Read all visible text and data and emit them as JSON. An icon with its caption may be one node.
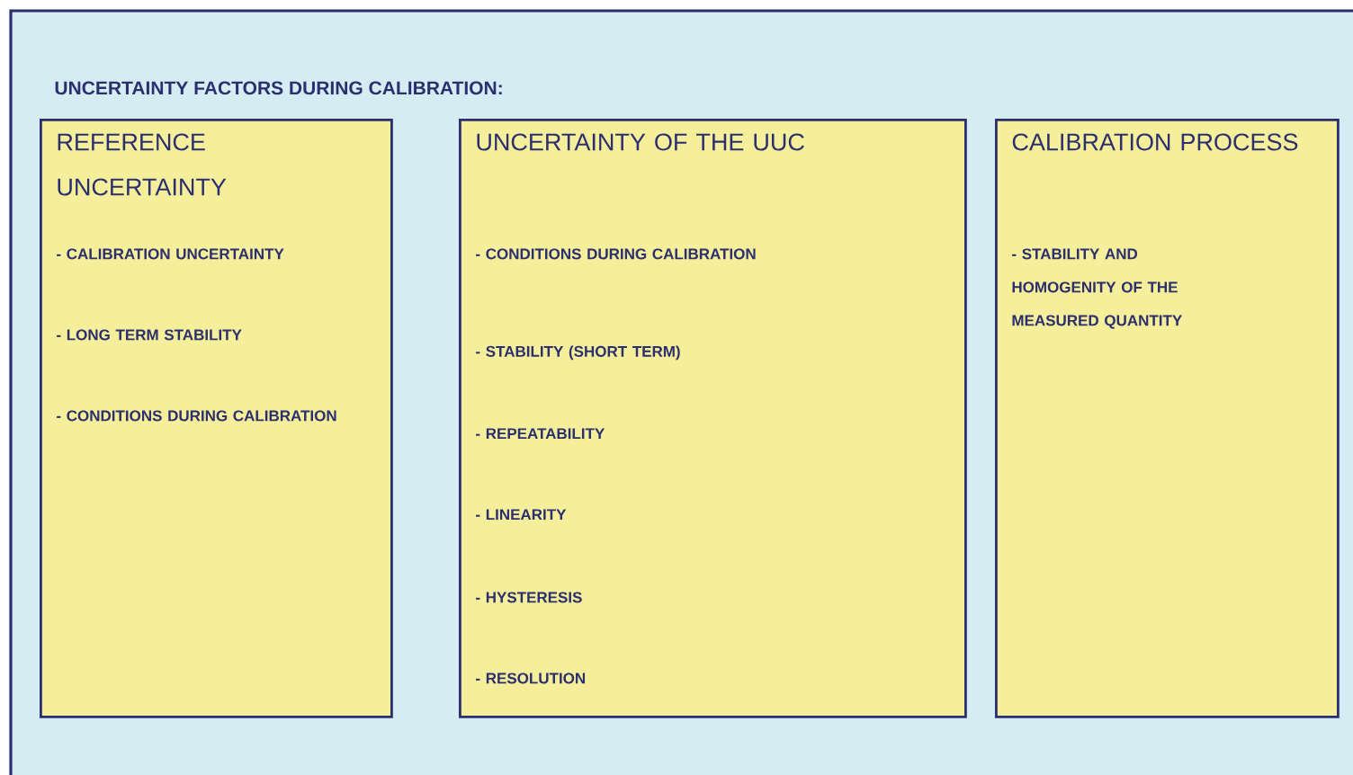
{
  "diagram": {
    "title": "UNCERTAINTY FACTORS DURING CALIBRATION:",
    "nodes": [
      {
        "text": [
          "REFERENCE UNCERTAINTY",
          "- CALIBRATION UNCERTAINTY",
          "- LONG TERM STABILITY",
          "- CONDITIONS DURING CALIBRATION"
        ]
      },
      {
        "text": [
          "UNCERTAINTY OF THE UUC",
          "- CONDITIONS DURING CALIBRATION",
          "- STABILITY (SHORT TERM)",
          "- REPEATABILITY",
          "- LINEARITY",
          "- HYSTERESIS",
          "- RESOLUTION"
        ]
      },
      {
        "text": [
          "CALIBRATION PROCESS",
          "- STABILITY AND HOMOGENITY OF THE MEASURED QUANTITY"
        ]
      }
    ]
  }
}
